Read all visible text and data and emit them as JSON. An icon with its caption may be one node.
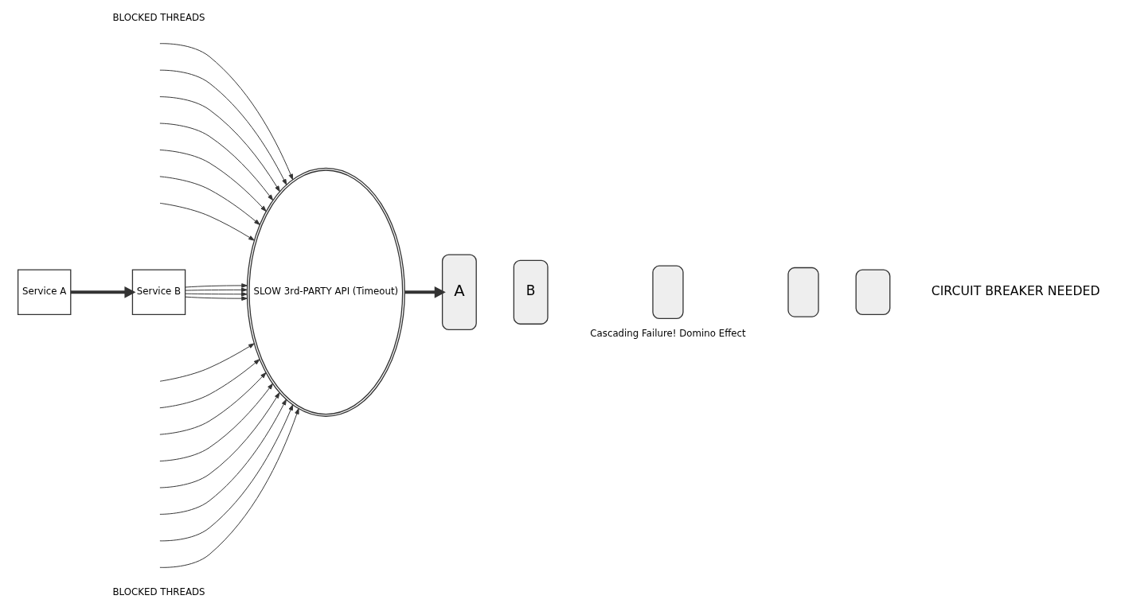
{
  "diagram": {
    "nodes": [
      {
        "text": [
          "Service A"
        ]
      },
      {
        "text": [
          "Service B"
        ]
      },
      {
        "text": [
          "SLOW 3rd-PARTY API (Timeout)"
        ]
      },
      {
        "text": [
          "A"
        ]
      },
      {
        "text": [
          "B"
        ]
      },
      {
        "text": [],
        "shape": "box"
      },
      {
        "text": [],
        "shape": "box"
      },
      {
        "text": [],
        "shape": "box"
      }
    ],
    "edges": [
      {
        "from": 0,
        "to": 1,
        "arrow": "to",
        "style": "thick"
      },
      {
        "from": 1,
        "to": 2,
        "arrow": "to"
      },
      {
        "from": 1,
        "to": 2,
        "arrow": "to"
      },
      {
        "from": 1,
        "to": 2,
        "arrow": "to"
      },
      {
        "from": 1,
        "to": 2,
        "arrow": "to"
      },
      {
        "from": 2,
        "to": 3,
        "arrow": "to",
        "style": "thick"
      },
      {
        "from": null,
        "to": 2,
        "arrow": "to"
      },
      {
        "from": null,
        "to": 2,
        "arrow": "to"
      },
      {
        "from": null,
        "to": 2,
        "arrow": "to"
      },
      {
        "from": null,
        "to": 2,
        "arrow": "to"
      },
      {
        "from": null,
        "to": 2,
        "arrow": "to"
      },
      {
        "from": null,
        "to": 2,
        "arrow": "to"
      },
      {
        "from": null,
        "to": 2,
        "arrow": "to"
      },
      {
        "from": null,
        "to": 2,
        "arrow": "to"
      },
      {
        "from": null,
        "to": 2,
        "arrow": "to"
      },
      {
        "from": null,
        "to": 2,
        "arrow": "to"
      },
      {
        "from": null,
        "to": 2,
        "arrow": "to"
      },
      {
        "from": null,
        "to": 2,
        "arrow": "to"
      },
      {
        "from": null,
        "to": 2,
        "arrow": "to"
      },
      {
        "from": null,
        "to": 2,
        "arrow": "to"
      },
      {
        "from": null,
        "to": 2,
        "arrow": "to"
      }
    ],
    "labels": [
      "BLOCKED THREADS",
      "Cascading Failure! Domino Effect",
      "BLOCKED THREADS",
      "CIRCUIT BREAKER NEEDED"
    ]
  }
}
